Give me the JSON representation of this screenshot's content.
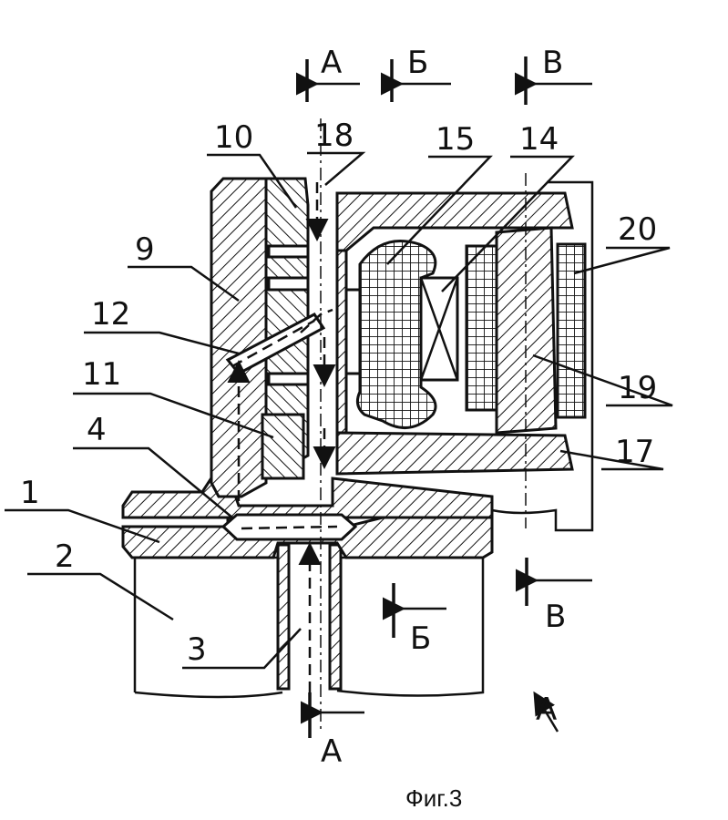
{
  "figure": {
    "caption": "Фиг.3"
  },
  "part_labels": {
    "p1": "1",
    "p2": "2",
    "p3": "3",
    "p4": "4",
    "p9": "9",
    "p10": "10",
    "p11": "11",
    "p12": "12",
    "p14": "14",
    "p15": "15",
    "p17": "17",
    "p18": "18",
    "p19": "19",
    "p20": "20"
  },
  "section_labels": {
    "a_top": "А",
    "b_top": "Б",
    "v_top": "В",
    "a_bottom": "А",
    "b_bottom": "Б",
    "v_bottom": "В",
    "view_a": "А"
  },
  "colors": {
    "ink": "#111111",
    "paper": "#ffffff"
  }
}
